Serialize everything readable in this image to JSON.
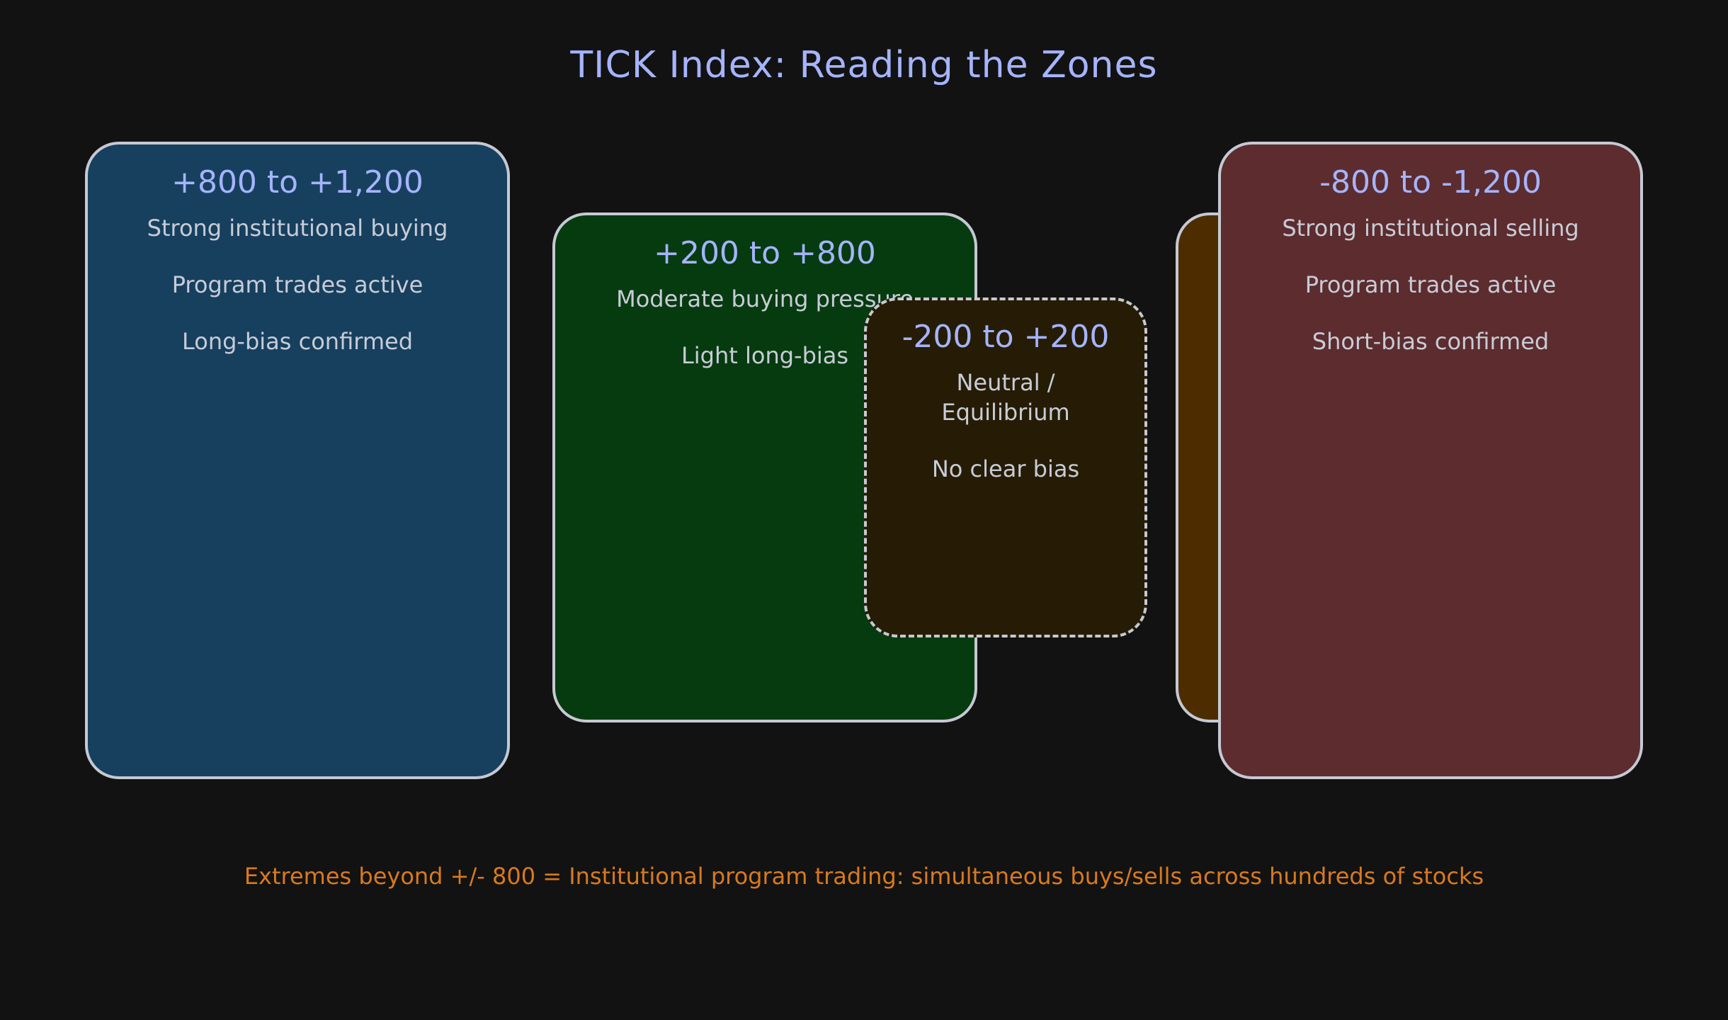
{
  "title": "TICK Index: Reading the Zones",
  "zones": {
    "strong_buy": {
      "heading": "+800 to +1,200",
      "lines": [
        "Strong institutional buying",
        "Program trades active",
        "Long-bias confirmed"
      ],
      "color": "#17405f"
    },
    "moderate_buy": {
      "heading": "+200 to +800",
      "lines": [
        "Moderate buying pressure",
        "Light long-bias"
      ],
      "color": "#063b10"
    },
    "neutral": {
      "heading": "-200 to +200",
      "lines": [
        "Neutral / Equilibrium",
        "No clear bias"
      ],
      "color": "#261c05"
    },
    "moderate_sell": {
      "color": "#4d2d00"
    },
    "strong_sell": {
      "heading": "-800 to -1,200",
      "lines": [
        "Strong institutional selling",
        "Program trades active",
        "Short-bias confirmed"
      ],
      "color": "#5c2c2f"
    }
  },
  "footer": "Extremes beyond +/- 800 = Institutional program trading: simultaneous buys/sells across hundreds of stocks",
  "colors": {
    "heading": "#a5b4fc",
    "body_text": "#c8ccd6",
    "footer": "#d97a1c",
    "border": "#c6c9d3",
    "background": "#121212"
  }
}
